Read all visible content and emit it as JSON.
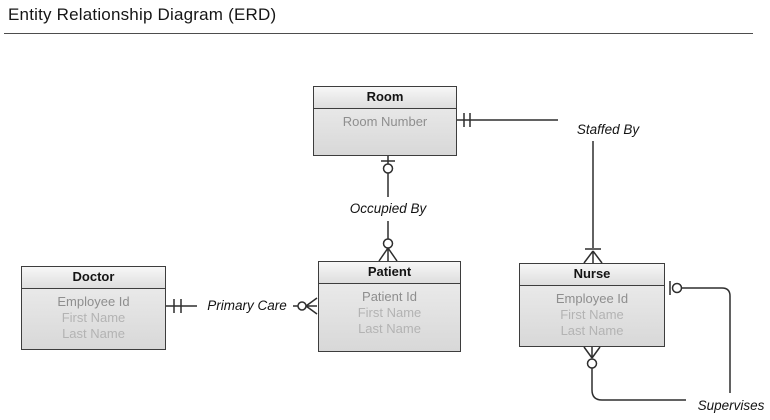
{
  "title": "Entity Relationship Diagram (ERD)",
  "colors": {
    "background": "#ffffff",
    "box_border": "#3d3d3d",
    "box_fill_top": "#efefef",
    "box_fill_bottom": "#d8d8d8",
    "entity_name_color": "#141414",
    "key_attribute_color": "#8e8e8e",
    "attribute_color": "#b3b3b3",
    "line_color": "#2e2e2e",
    "label_color": "#131313"
  },
  "entities": [
    {
      "name": "Room",
      "attributes": [
        {
          "label": "Room Number",
          "is_key": true
        }
      ]
    },
    {
      "name": "Doctor",
      "attributes": [
        {
          "label": "Employee Id",
          "is_key": true
        },
        {
          "label": "First Name",
          "is_key": false
        },
        {
          "label": "Last Name",
          "is_key": false
        }
      ]
    },
    {
      "name": "Patient",
      "attributes": [
        {
          "label": "Patient Id",
          "is_key": true
        },
        {
          "label": "First Name",
          "is_key": false
        },
        {
          "label": "Last Name",
          "is_key": false
        }
      ]
    },
    {
      "name": "Nurse",
      "attributes": [
        {
          "label": "Employee Id",
          "is_key": true
        },
        {
          "label": "First Name",
          "is_key": false
        },
        {
          "label": "Last Name",
          "is_key": false
        }
      ]
    }
  ],
  "relationships": [
    {
      "label": "Staffed By",
      "from": "Room",
      "to": "Nurse",
      "from_cardinality": "one and only one",
      "to_cardinality": "one or many"
    },
    {
      "label": "Occupied By",
      "from": "Room",
      "to": "Patient",
      "from_cardinality": "zero or one",
      "to_cardinality": "zero or many"
    },
    {
      "label": "Primary Care",
      "from": "Doctor",
      "to": "Patient",
      "from_cardinality": "one and only one",
      "to_cardinality": "zero or many"
    },
    {
      "label": "Supervises",
      "from": "Nurse",
      "to": "Nurse",
      "from_cardinality": "zero or one",
      "to_cardinality": "zero or many"
    }
  ]
}
